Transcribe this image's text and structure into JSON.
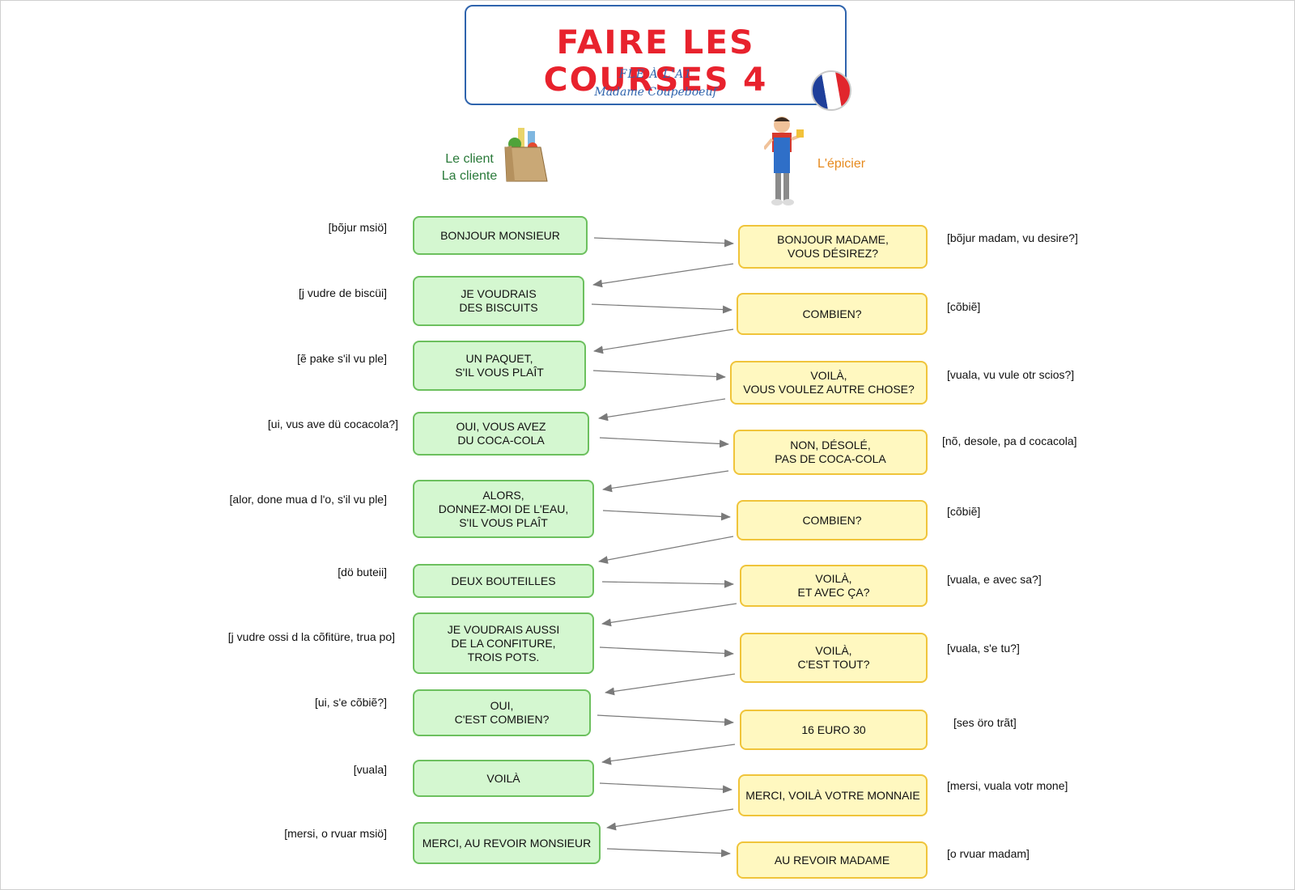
{
  "title": "FAIRE LES COURSES 4",
  "subtitle": "FLE À L'A1",
  "author": "Madame Coupeboeuf",
  "roles": {
    "client_line1": "Le client",
    "client_line2": "La cliente",
    "grocer": "L'épicier"
  },
  "client_lines": [
    {
      "text": "BONJOUR MONSIEUR",
      "phonetic": "[bõjur msiö]"
    },
    {
      "text": "JE VOUDRAIS\nDES BISCUITS",
      "phonetic": "[j vudre de biscüi]"
    },
    {
      "text": "UN PAQUET,\nS'IL VOUS PLAÎT",
      "phonetic": "[ẽ pake s'il vu ple]"
    },
    {
      "text": "OUI, VOUS AVEZ\nDU COCA-COLA",
      "phonetic": "[ui, vus ave dü cocacola?]"
    },
    {
      "text": "ALORS,\nDONNEZ-MOI DE L'EAU,\nS'IL VOUS PLAÎT",
      "phonetic": "[alor, done mua d l'o, s'il vu ple]"
    },
    {
      "text": "DEUX BOUTEILLES",
      "phonetic": "[dö buteii]"
    },
    {
      "text": "JE VOUDRAIS AUSSI\nDE LA CONFITURE,\nTROIS POTS.",
      "phonetic": "[j vudre ossi d la cõfitüre, trua po]"
    },
    {
      "text": "OUI,\nC'EST COMBIEN?",
      "phonetic": "[ui, s'e cõbiẽ?]"
    },
    {
      "text": "VOILÀ",
      "phonetic": "[vuala]"
    },
    {
      "text": "MERCI, AU REVOIR MONSIEUR",
      "phonetic": "[mersi, o rvuar msiö]"
    }
  ],
  "grocer_lines": [
    {
      "text": "BONJOUR MADAME,\nVOUS DÉSIREZ?",
      "phonetic": "[bõjur madam, vu desire?]"
    },
    {
      "text": "COMBIEN?",
      "phonetic": "[cõbiẽ]"
    },
    {
      "text": "VOILÀ,\nVOUS VOULEZ AUTRE CHOSE?",
      "phonetic": "[vuala, vu vule otr scios?]"
    },
    {
      "text": "NON, DÉSOLÉ,\nPAS DE COCA-COLA",
      "phonetic": "[nõ, desole, pa d cocacola]"
    },
    {
      "text": "COMBIEN?",
      "phonetic": "[cõbiẽ]"
    },
    {
      "text": "VOILÀ,\nET AVEC ÇA?",
      "phonetic": "[vuala, e avec sa?]"
    },
    {
      "text": "VOILÀ,\nC'EST TOUT?",
      "phonetic": "[vuala, s'e tu?]"
    },
    {
      "text": "16 EURO 30",
      "phonetic": "[ses öro trãt]"
    },
    {
      "text": "MERCI, VOILÀ VOTRE MONNAIE",
      "phonetic": "[mersi, vuala votr mone]"
    },
    {
      "text": "AU REVOIR MADAME",
      "phonetic": "[o rvuar madam]"
    }
  ],
  "colors": {
    "title": "#e8222d",
    "frame": "#2f64ad",
    "client_fill": "#d4f7d0",
    "client_border": "#6cc05e",
    "grocer_fill": "#fff8c0",
    "grocer_border": "#f0c43a",
    "arrow": "#7a7a7a"
  },
  "icons": [
    "french-flag-icon",
    "grocery-bag-icon",
    "grocer-figure-icon"
  ]
}
